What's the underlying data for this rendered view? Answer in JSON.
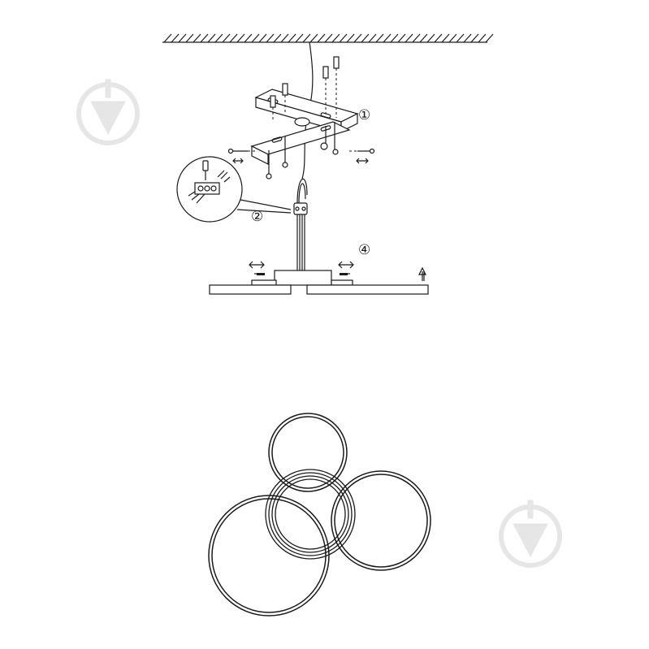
{
  "steps": {
    "step_1": "①",
    "step_2": "②",
    "step_4": "④"
  },
  "colors": {
    "line": "#1a1a1a",
    "watermark": "#e6e6e6",
    "background": "#ffffff"
  },
  "icons": {
    "watermark": "triangle-down-pin-icon",
    "direction_up": "arrow-up-icon",
    "push_hint": "push-arrow-icon"
  }
}
